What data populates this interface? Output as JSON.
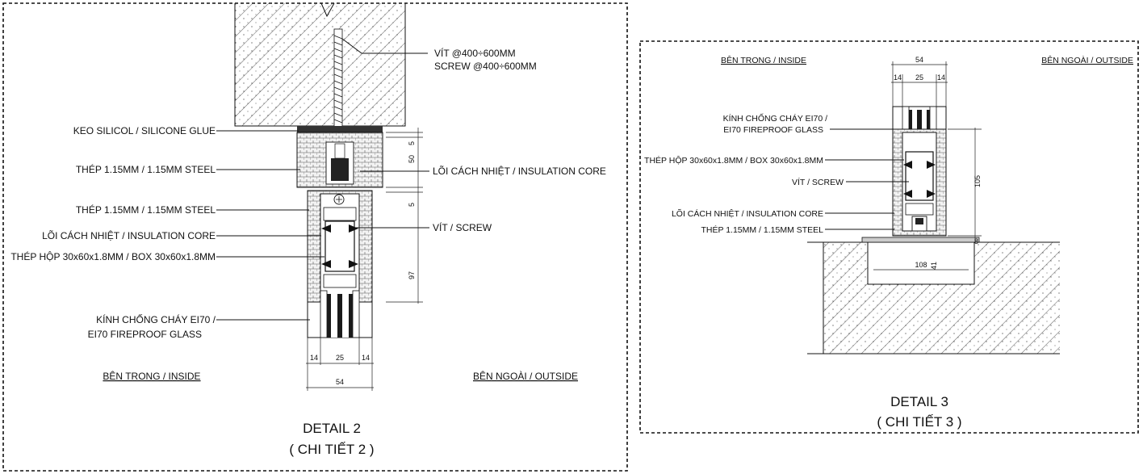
{
  "detail2": {
    "title": "DETAIL 2",
    "subtitle": "( CHI TIẾT 2 )",
    "labels": {
      "screw_spacing_1": "VÍT @400÷600MM",
      "screw_spacing_2": "SCREW @400÷600MM",
      "silicone_glue": "KEO SILICOL / SILICONE GLUE",
      "steel_top": "THÉP 1.15MM / 1.15MM STEEL",
      "insulation_core_right": "LÕI CÁCH NHIỆT / INSULATION CORE",
      "steel_mid": "THÉP 1.15MM / 1.15MM STEEL",
      "screw_right": "VÍT / SCREW",
      "insulation_core_left": "LÕI CÁCH NHIỆT / INSULATION CORE",
      "box": "THÉP HỘP 30x60x1.8MM / BOX 30x60x1.8MM",
      "glass_1": "KÍNH CHỐNG CHÁY EI70 /",
      "glass_2": "EI70 FIREPROOF GLASS",
      "inside": "BÊN TRONG / INSIDE",
      "outside": "BÊN NGOÀI / OUTSIDE"
    },
    "dims": {
      "d5a": "5",
      "d50": "50",
      "d5b": "5",
      "d97": "97",
      "w14a": "14",
      "w25": "25",
      "w14b": "14",
      "w54": "54"
    }
  },
  "detail3": {
    "title": "DETAIL 3",
    "subtitle": "( CHI TIẾT 3 )",
    "labels": {
      "inside": "BÊN TRONG / INSIDE",
      "outside": "BÊN NGOÀI / OUTSIDE",
      "glass_1": "KÍNH CHỐNG CHÁY EI70 /",
      "glass_2": "EI70 FIREPROOF GLASS",
      "box": "THÉP HỘP 30x60x1.8MM / BOX 30x60x1.8MM",
      "screw": "VÍT / SCREW",
      "insulation_core": "LÕI CÁCH NHIỆT / INSULATION CORE",
      "steel": "THÉP 1.15MM / 1.15MM STEEL"
    },
    "dims": {
      "w54": "54",
      "w14a": "14",
      "w25": "25",
      "w14b": "14",
      "d105": "105",
      "d8": "8",
      "d108": "108",
      "d41": "41"
    }
  }
}
